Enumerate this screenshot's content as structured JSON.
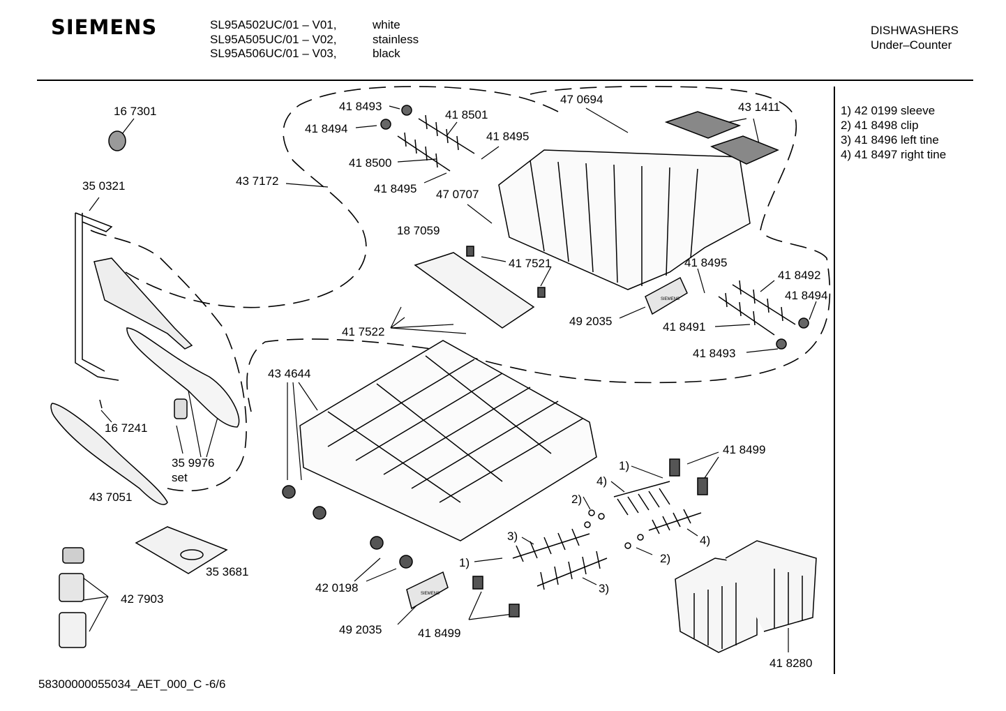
{
  "brand": "SIEMENS",
  "models": [
    {
      "code": "SL95A502UC/01 – V01,",
      "color": "white"
    },
    {
      "code": "SL95A505UC/01 – V02,",
      "color": "stainless"
    },
    {
      "code": "SL95A506UC/01 – V03,",
      "color": "black"
    }
  ],
  "category": {
    "line1": "DISHWASHERS",
    "line2": "Under–Counter"
  },
  "notes": [
    "1) 42 0199 sleeve",
    "2) 41 8498 clip",
    "3) 41 8496 left tine",
    "4) 41 8497 right tine"
  ],
  "labels": {
    "p167301": "16 7301",
    "p350321": "35 0321",
    "p167241": "16 7241",
    "p359976": "35 9976",
    "set": "set",
    "p437051": "43 7051",
    "p353681": "35 3681",
    "p427903": "42 7903",
    "p437172": "43 7172",
    "p418493a": "41 8493",
    "p418494a": "41 8494",
    "p418501": "41 8501",
    "p418495a": "41 8495",
    "p418500": "41 8500",
    "p418495b": "41 8495",
    "p470707": "47 0707",
    "p470694": "47 0694",
    "p431411": "43 1411",
    "p187059": "18 7059",
    "p417521": "41 7521",
    "p417522": "41 7522",
    "p418495c": "41 8495",
    "p418492": "41 8492",
    "p418494b": "41 8494",
    "p492035a": "49 2035",
    "p418491": "41 8491",
    "p418493b": "41 8493",
    "p434644": "43 4644",
    "p418499a": "41 8499",
    "n1a": "1)",
    "n4a": "4)",
    "n2a": "2)",
    "n3a": "3)",
    "n4b": "4)",
    "n2b": "2)",
    "n1b": "1)",
    "n3b": "3)",
    "p420198": "42 0198",
    "p492035b": "49 2035",
    "p418499b": "41 8499",
    "p418280": "41 8280"
  },
  "logo_text": "SIEMENS",
  "footer": "58300000055034_AET_000_C  -6/6"
}
